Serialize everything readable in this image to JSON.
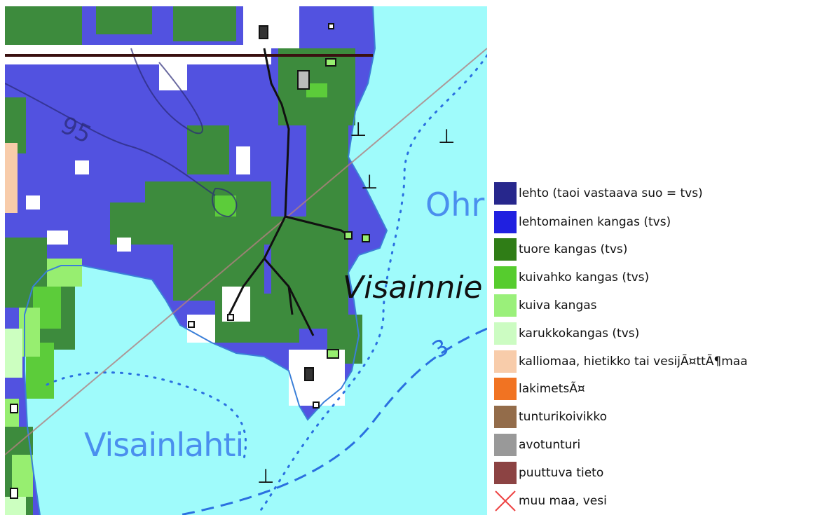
{
  "map": {
    "place_labels": {
      "visainlahti": "Visainlahti",
      "visainniemi": "Visainnie",
      "ohra": "Ohr"
    },
    "contour_labels": [
      "95"
    ],
    "colors": {
      "water": "#9ffbfb",
      "lehto": "#2b2b8f",
      "lehtomainen_kangas": "#5252e0",
      "tuore_kangas": "#3d8b3d",
      "kuivahko_kangas": "#5ccc3a",
      "kuiva_kangas": "#97ee70",
      "karukkokangas": "#ccffc0",
      "shoreline": "#3a7fd8",
      "road": "#111111"
    }
  },
  "legend": {
    "items": [
      {
        "label": "lehto (taoi vastaava suo = tvs)",
        "color": "#27278c"
      },
      {
        "label": "lehtomainen kangas (tvs)",
        "color": "#2020e0"
      },
      {
        "label": "tuore kangas (tvs)",
        "color": "#2f7d16"
      },
      {
        "label": "kuivahko kangas (tvs)",
        "color": "#56cc2e"
      },
      {
        "label": "kuiva kangas",
        "color": "#9af07a"
      },
      {
        "label": "karukkokangas (tvs)",
        "color": "#ccfcc2"
      },
      {
        "label": "kalliomaa, hietikko tai vesijÃ¤ttÃ¶maa",
        "color": "#f8ccaa"
      },
      {
        "label": "lakimetsÃ¤",
        "color": "#f17322"
      },
      {
        "label": "tunturikoivikko",
        "color": "#936c4a"
      },
      {
        "label": "avotunturi",
        "color": "#999999"
      },
      {
        "label": "puuttuva tieto",
        "color": "#8c4343"
      },
      {
        "label": "muu maa, vesi",
        "color": "cross-icon"
      }
    ]
  }
}
